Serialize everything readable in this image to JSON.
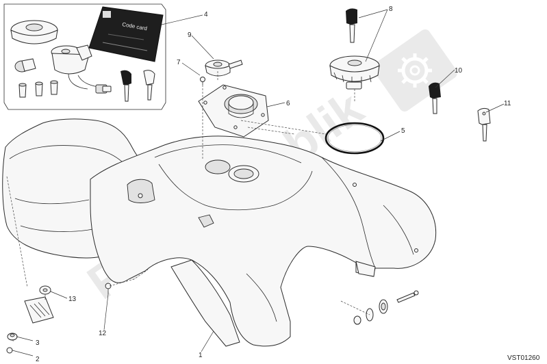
{
  "callouts": [
    "1",
    "2",
    "3",
    "4",
    "5",
    "6",
    "7",
    "8",
    "9",
    "10",
    "11",
    "12",
    "13"
  ],
  "card_label": "Code card",
  "watermark": "PartsRepublik",
  "reference_code": "VST01260",
  "icon": "gear-icon"
}
